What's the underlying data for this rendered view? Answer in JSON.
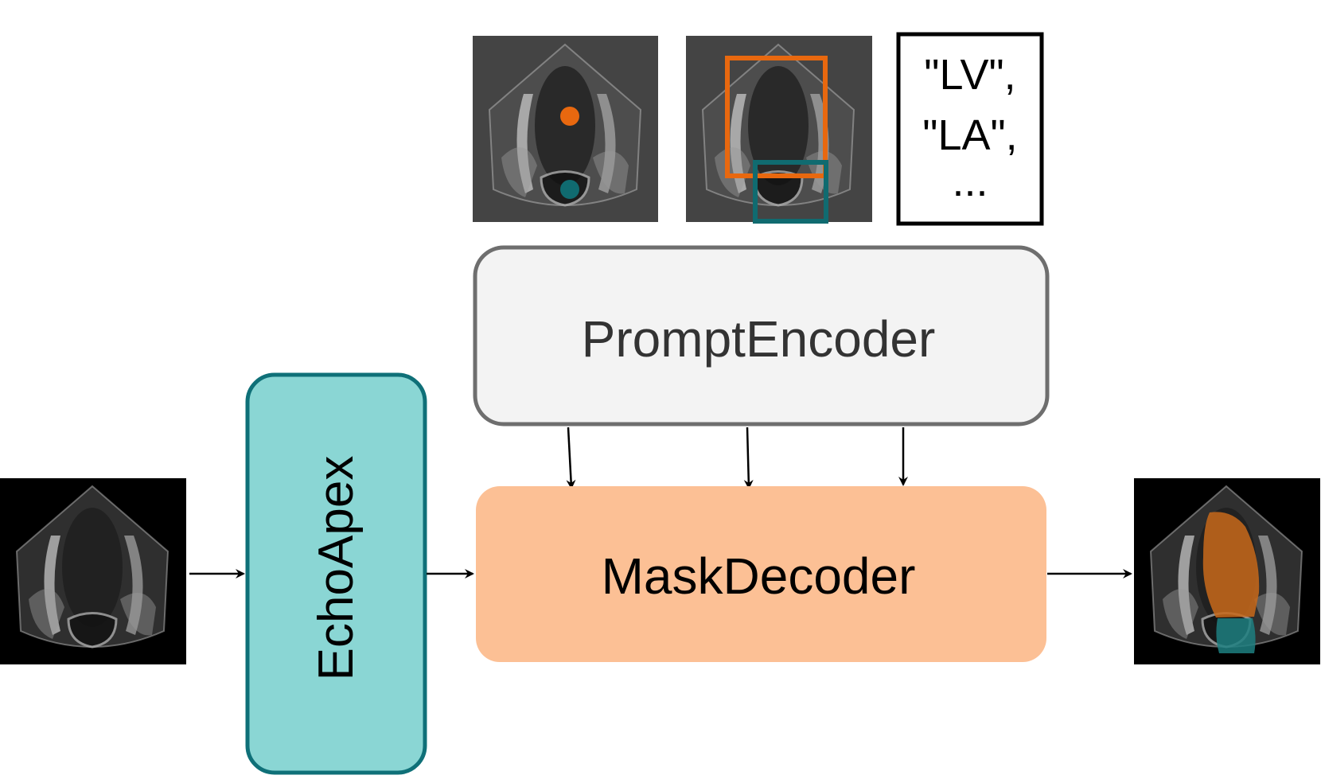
{
  "blocks": {
    "prompt_encoder": "PromptEncoder",
    "mask_decoder": "MaskDecoder",
    "backbone": "EchoApex"
  },
  "text_prompt": {
    "line1": "\"LV\",",
    "line2": "\"LA\",",
    "line3": "..."
  },
  "colors": {
    "orange_prompt": "#e8680f",
    "teal_prompt": "#106b70",
    "backbone_fill": "#8ad6d4",
    "backbone_stroke": "#0f7078",
    "decoder_fill": "#fcc095",
    "encoder_fill": "#f3f3f3",
    "encoder_stroke": "#6e6e6e",
    "lv_mask": "#c8691a",
    "la_mask": "#1d7f80"
  },
  "icons": {
    "input_image": "echo-ultrasound-image",
    "point_prompt": "echo-with-point-prompts",
    "box_prompt": "echo-with-box-prompts",
    "output_image": "echo-segmentation-mask"
  }
}
